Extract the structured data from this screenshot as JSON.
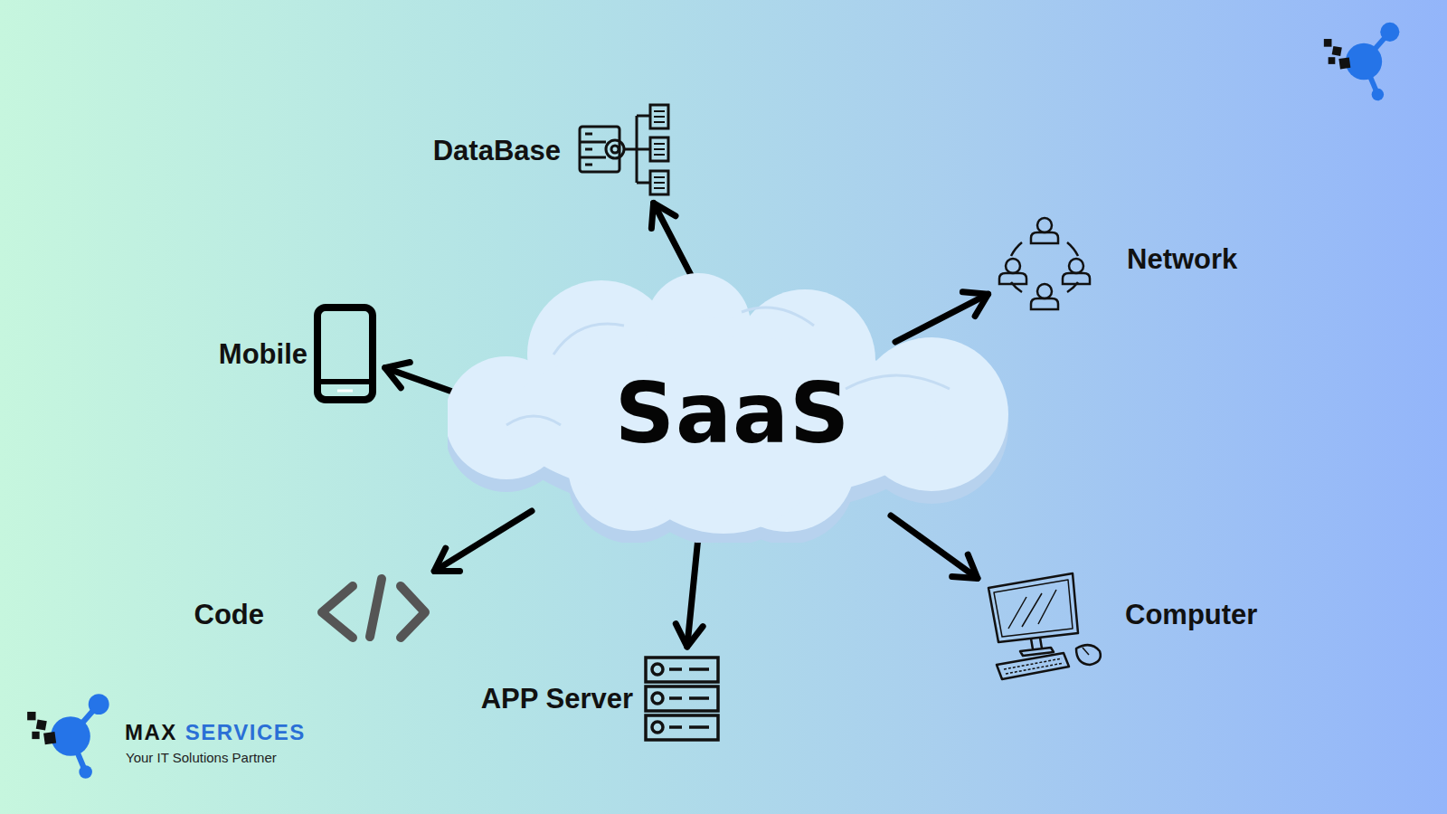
{
  "diagram": {
    "nodes": [
      {
        "text": [
          "DataBase"
        ]
      },
      {
        "text": [
          "Network"
        ]
      },
      {
        "text": [
          "Mobile"
        ]
      },
      {
        "text": [
          "SaaS"
        ]
      },
      {
        "text": [
          "Code"
        ]
      },
      {
        "text": [
          "APP Server"
        ]
      },
      {
        "text": [
          "Computer"
        ]
      }
    ],
    "edges": [
      {
        "from": 3,
        "to": 0,
        "arrow": "to"
      },
      {
        "from": 3,
        "to": 1,
        "arrow": "to"
      },
      {
        "from": 3,
        "to": 2,
        "arrow": "to"
      },
      {
        "from": 3,
        "to": 4,
        "arrow": "to"
      },
      {
        "from": 3,
        "to": 5,
        "arrow": "to"
      },
      {
        "from": 3,
        "to": 6,
        "arrow": "to"
      }
    ],
    "labels": [
      "MAX",
      "SERVICES",
      "Your IT Solutions Partner"
    ]
  }
}
